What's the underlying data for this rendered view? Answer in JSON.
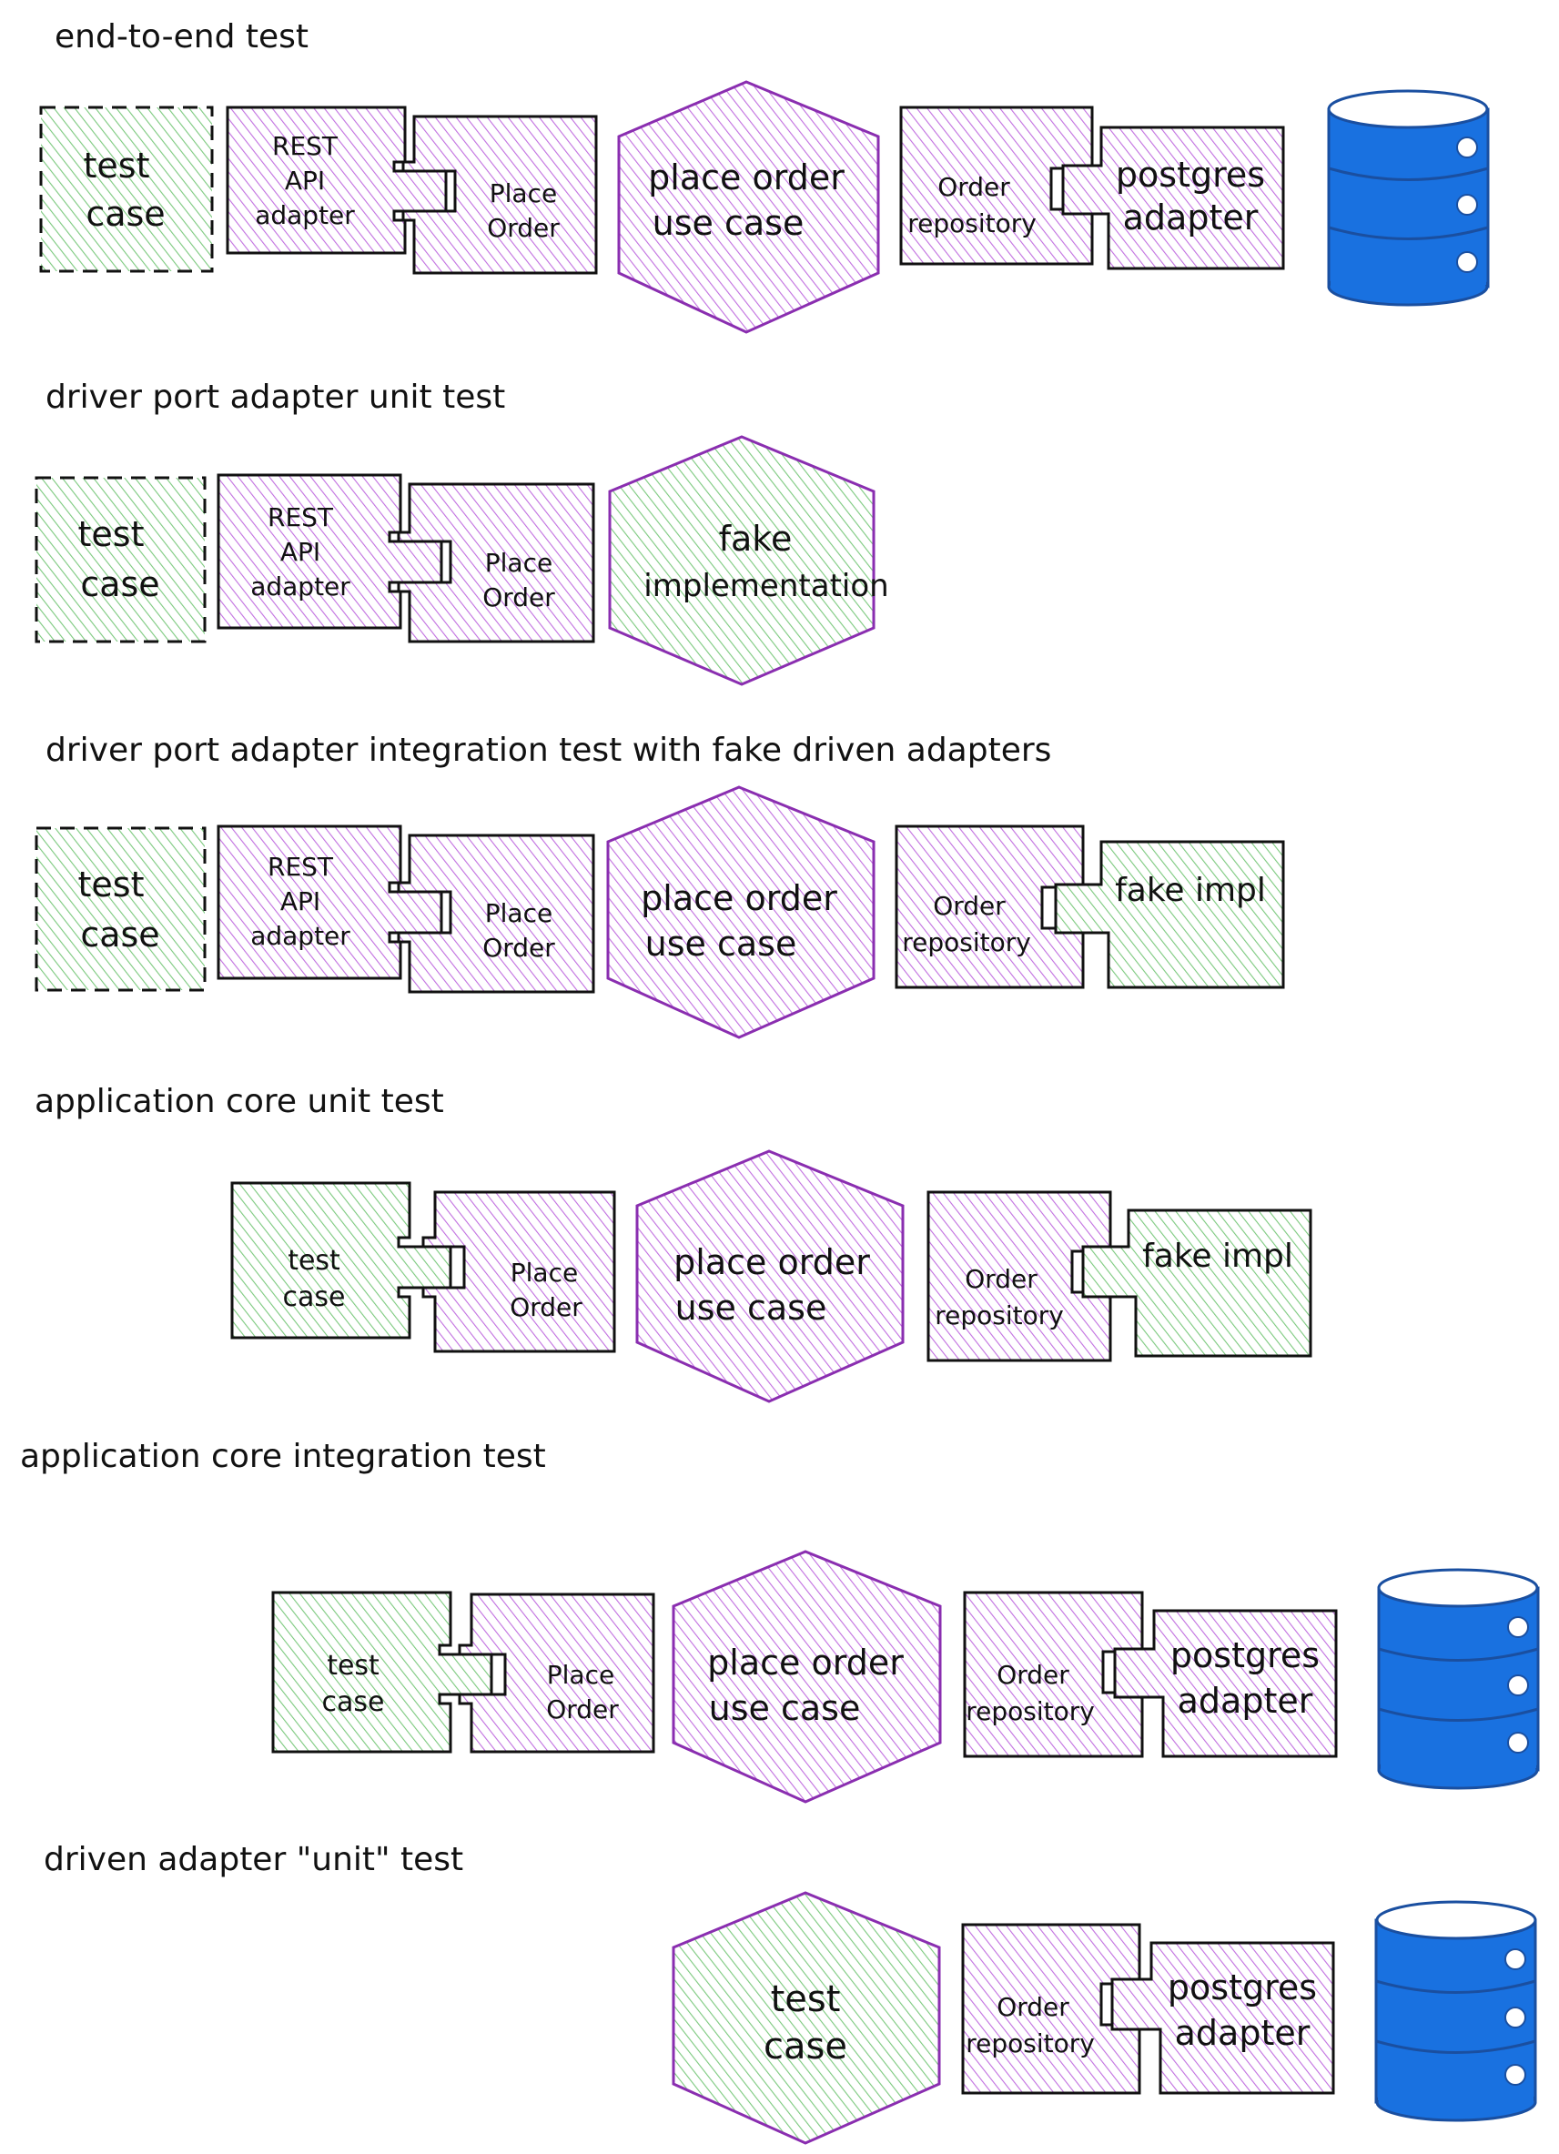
{
  "colors": {
    "purple_stroke": "#8a2eb0",
    "purple_hatch": "#c16fe0",
    "green_stroke": "#2f9a3b",
    "green_hatch": "#7cc97e",
    "ink": "#111111",
    "db_fill": "#1971e0",
    "db_stroke": "#1a4fa0"
  },
  "sections": [
    {
      "title": "end-to-end test",
      "parts": {
        "test_case": [
          "test",
          "case"
        ],
        "rest_api_adapter": [
          "REST",
          "API",
          "adapter"
        ],
        "place_order": [
          "Place",
          "Order"
        ],
        "use_case": [
          "place order",
          "use case"
        ],
        "order_repository": [
          "Order",
          "repository"
        ],
        "postgres_adapter": [
          "postgres",
          "adapter"
        ]
      }
    },
    {
      "title": "driver port adapter unit test",
      "parts": {
        "test_case": [
          "test",
          "case"
        ],
        "rest_api_adapter": [
          "REST",
          "API",
          "adapter"
        ],
        "place_order": [
          "Place",
          "Order"
        ],
        "fake_implementation": [
          "fake",
          "implementation"
        ]
      }
    },
    {
      "title": "driver port adapter integration test with fake driven adapters",
      "parts": {
        "test_case": [
          "test",
          "case"
        ],
        "rest_api_adapter": [
          "REST",
          "API",
          "adapter"
        ],
        "place_order": [
          "Place",
          "Order"
        ],
        "use_case": [
          "place order",
          "use case"
        ],
        "order_repository": [
          "Order",
          "repository"
        ],
        "fake_impl": [
          "fake impl"
        ]
      }
    },
    {
      "title": "application core unit test",
      "parts": {
        "test_case": [
          "test",
          "case"
        ],
        "place_order": [
          "Place",
          "Order"
        ],
        "use_case": [
          "place order",
          "use case"
        ],
        "order_repository": [
          "Order",
          "repository"
        ],
        "fake_impl": [
          "fake impl"
        ]
      }
    },
    {
      "title": "application core integration test",
      "parts": {
        "test_case": [
          "test",
          "case"
        ],
        "place_order": [
          "Place",
          "Order"
        ],
        "use_case": [
          "place order",
          "use case"
        ],
        "order_repository": [
          "Order",
          "repository"
        ],
        "postgres_adapter": [
          "postgres",
          "adapter"
        ]
      }
    },
    {
      "title": "driven adapter \"unit\" test",
      "parts": {
        "test_case": [
          "test",
          "case"
        ],
        "order_repository": [
          "Order",
          "repository"
        ],
        "postgres_adapter": [
          "postgres",
          "adapter"
        ]
      }
    }
  ]
}
